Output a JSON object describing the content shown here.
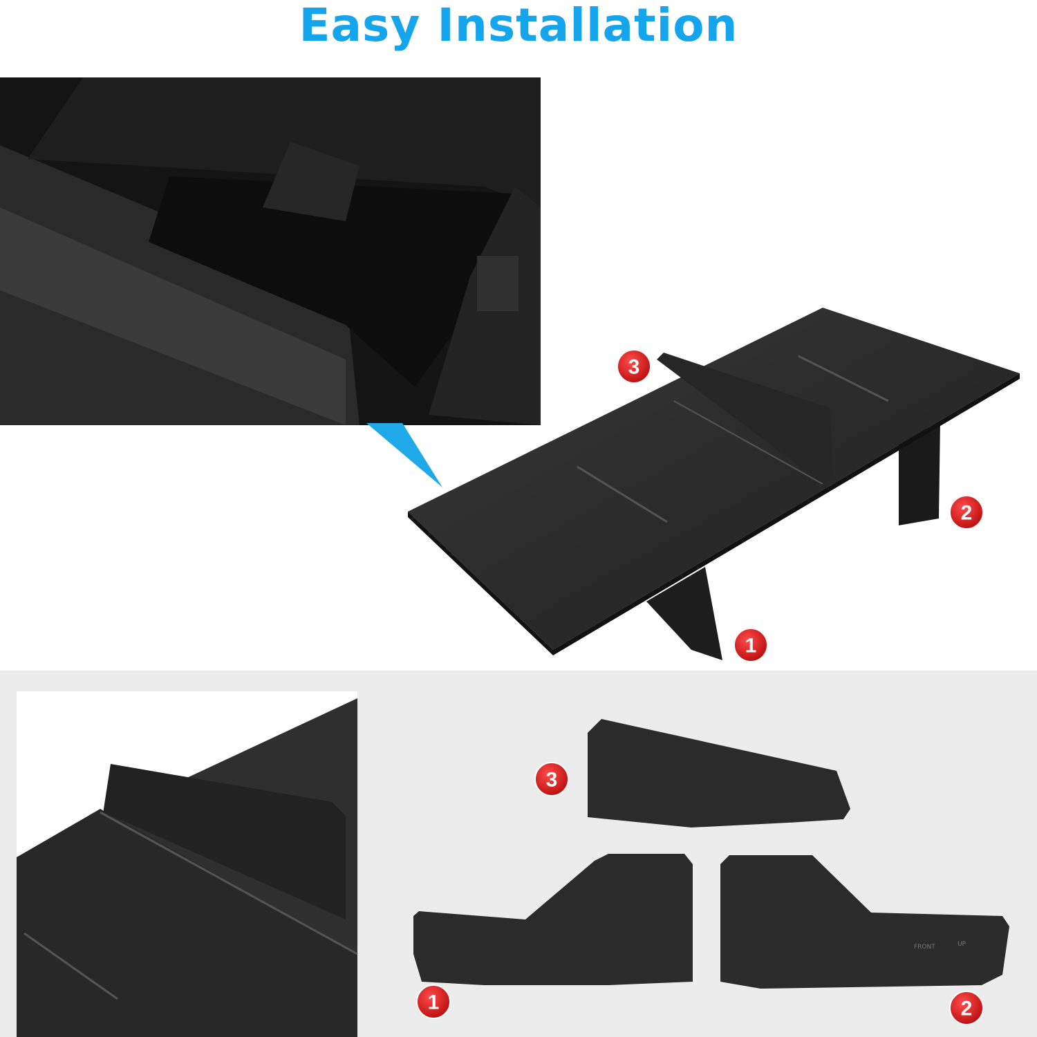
{
  "title": "Easy Installation",
  "labels": {
    "one": "1",
    "two": "2",
    "three": "3"
  },
  "embossed": {
    "front": "FRONT",
    "up": "UP"
  },
  "colors": {
    "title": "#14a5ec",
    "badge": "#d81e1e",
    "part": "#2b2b2b",
    "panel": "#ececec",
    "callout": "#1fa9e8"
  }
}
